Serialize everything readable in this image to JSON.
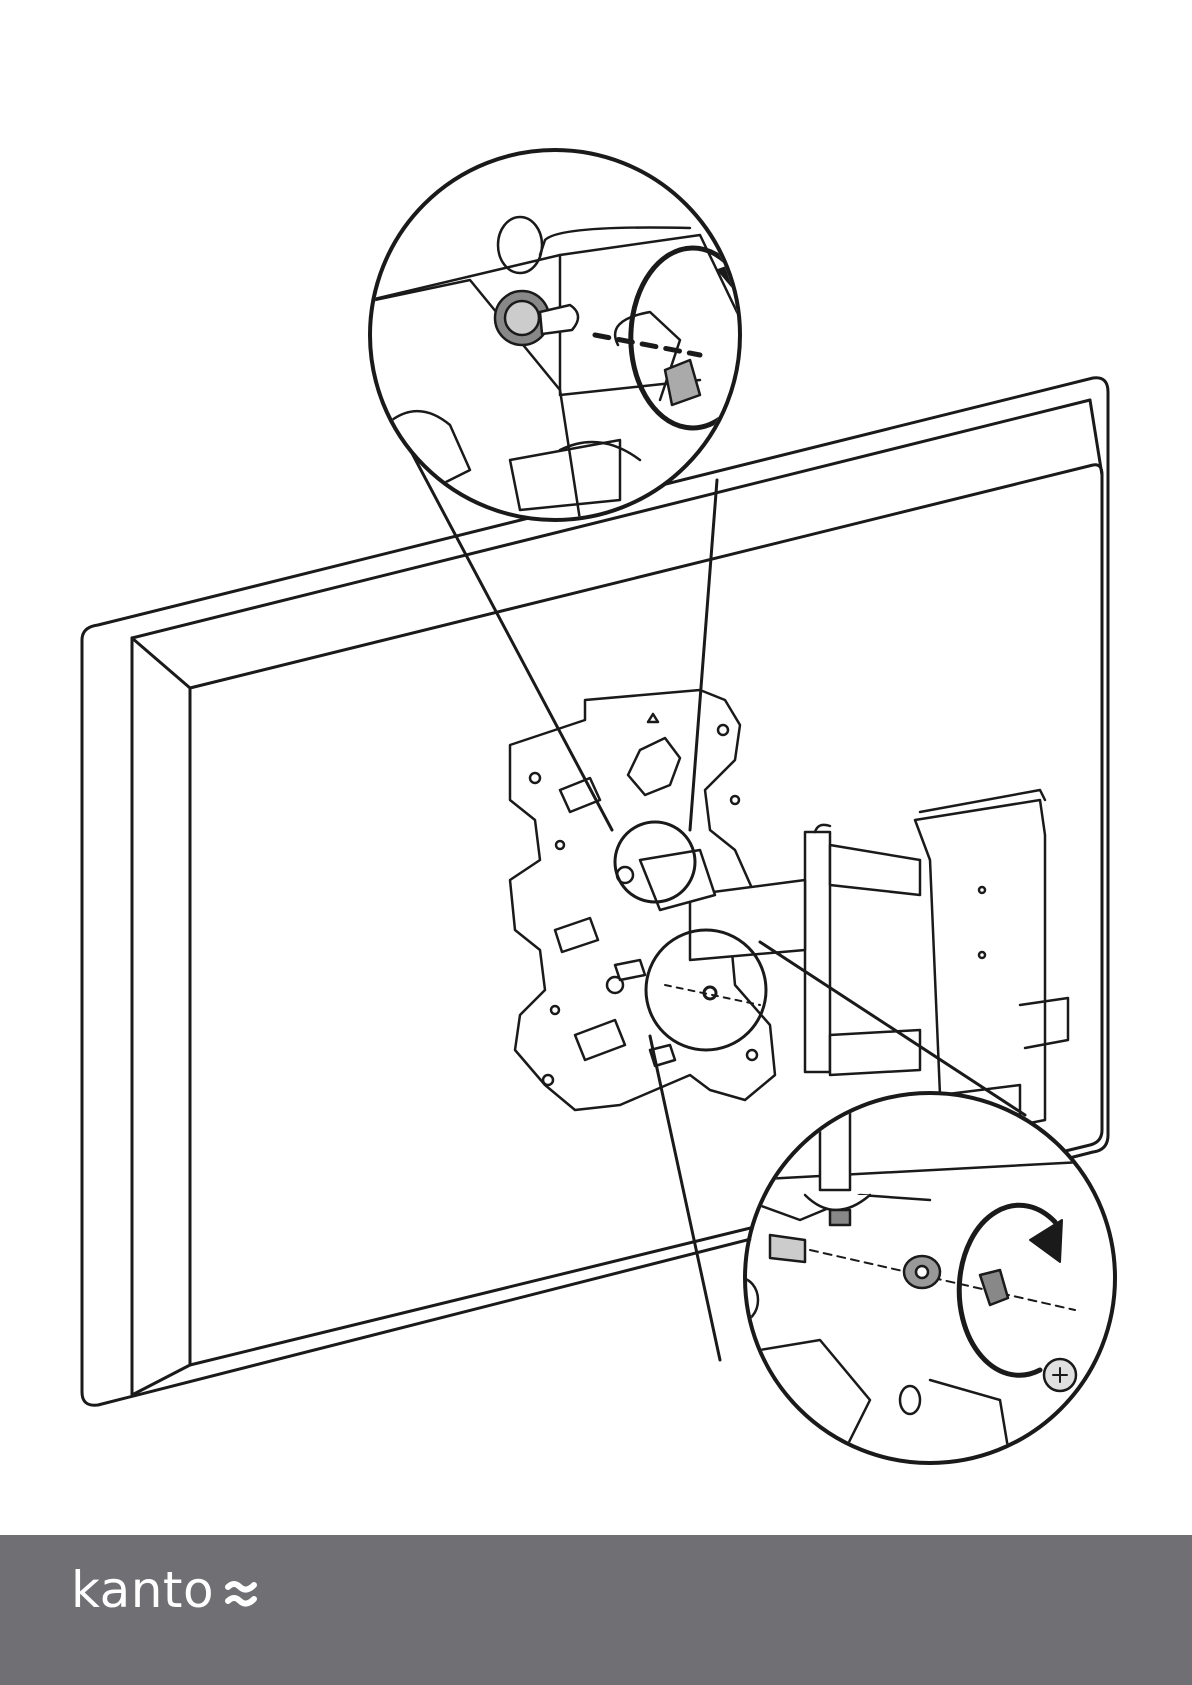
{
  "document": {
    "illustration": {
      "description_icon": "tv-wall-mount-assembly-illustration"
    },
    "footer": {
      "brand_name": "kanto",
      "brand_mark_icon": "kanto-wave-mark",
      "band_color": "#707074",
      "text_color": "#ffffff"
    }
  }
}
